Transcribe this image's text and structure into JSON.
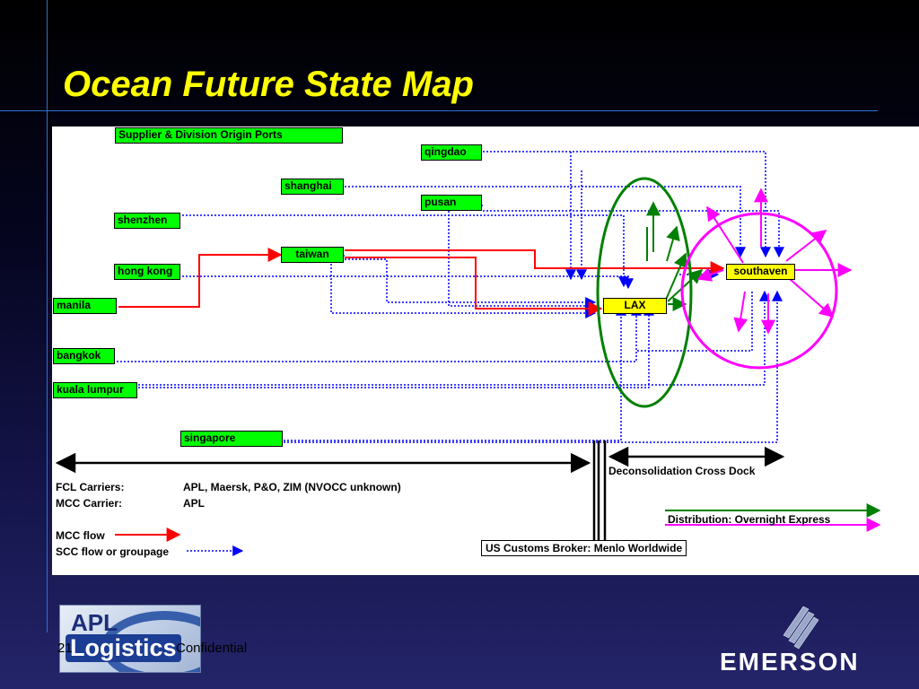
{
  "slide": {
    "title": "Ocean Future State Map",
    "page_number": "21",
    "footer_text": "Confidential"
  },
  "legend": {
    "origin_ports": "Supplier & Division Origin Ports",
    "fcl_carriers_label": "FCL Carriers:",
    "fcl_carriers_value": "APL, Maersk, P&O, ZIM (NVOCC unknown)",
    "mcc_carrier_label": "MCC Carrier:",
    "mcc_carrier_value": "APL",
    "mcc_flow": "MCC flow",
    "scc_flow": "SCC flow or groupage",
    "deconsolidation": "Deconsolidation Cross Dock",
    "distribution": "Distribution: Overnight Express",
    "customs_broker": "US Customs Broker: Menlo Worldwide"
  },
  "ports": {
    "qingdao": "qingdao",
    "shanghai": "shanghai",
    "pusan": "pusan",
    "shenzhen": "shenzhen",
    "taiwan": "taiwan",
    "hong_kong": "hong kong",
    "manila": "manila",
    "bangkok": "bangkok",
    "kuala_lumpur": "kuala lumpur",
    "singapore": "singapore"
  },
  "destinations": {
    "lax": "LAX",
    "southaven": "southaven"
  },
  "logos": {
    "apl_top": "APL",
    "apl_bottom": "Logistics",
    "emerson": "EMERSON"
  },
  "colors": {
    "title": "#ffff00",
    "port_box": "#00ff00",
    "destination_box": "#ffff00",
    "mcc_flow": "#ff0000",
    "scc_flow": "#0000ff",
    "deconsolidation_group": "#008000",
    "distribution_group": "#ff00ff"
  }
}
